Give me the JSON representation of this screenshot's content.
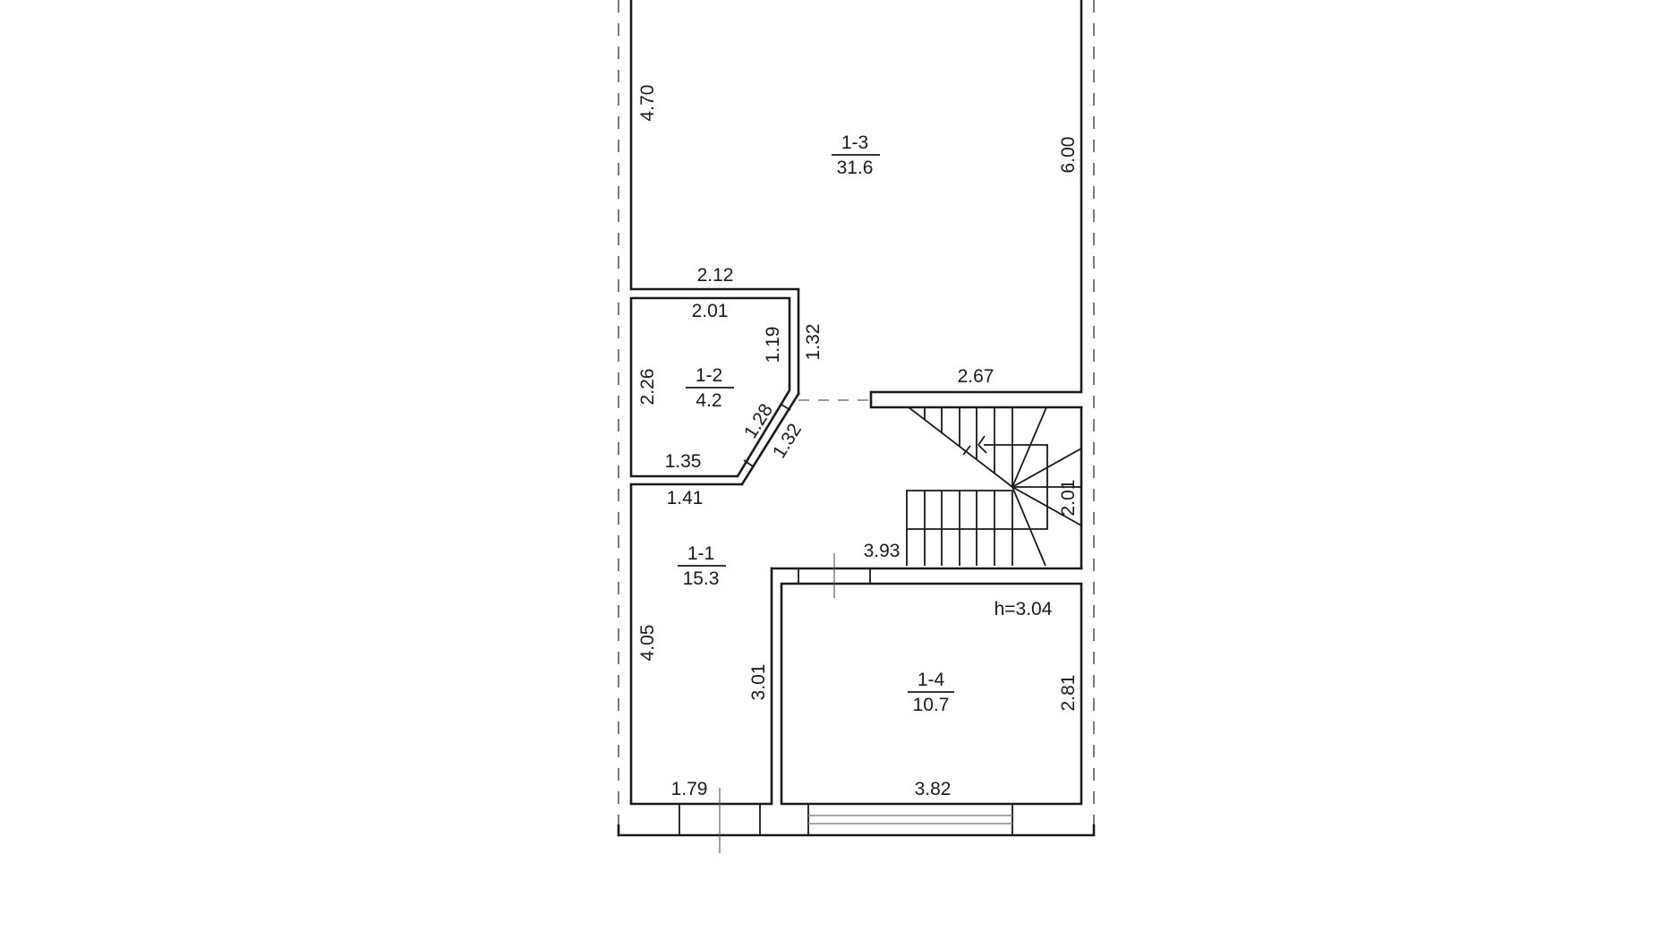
{
  "plan": {
    "rooms": [
      {
        "id": "1-3",
        "area": "31.6"
      },
      {
        "id": "1-2",
        "area": "4.2"
      },
      {
        "id": "1-1",
        "area": "15.3"
      },
      {
        "id": "1-4",
        "area": "10.7"
      }
    ],
    "dimensions": {
      "r13_left": "4.70",
      "r13_right": "6.00",
      "r13_bottom_left": "2.12",
      "r13_notch": "1.32",
      "r13_bottom_right": "2.67",
      "r12_top": "2.01",
      "r12_right": "1.19",
      "r12_left": "2.26",
      "r12_diag_inner": "1.28",
      "r12_diag_outer": "1.32",
      "r12_bottom": "1.35",
      "r11_top": "1.41",
      "r11_left": "4.05",
      "r11_right": "3.01",
      "r11_bottom": "1.79",
      "stair_width": "3.93",
      "stair_depth": "2.01",
      "r14_right": "2.81",
      "r14_bottom": "3.82"
    },
    "ceiling_height": "h=3.04"
  }
}
